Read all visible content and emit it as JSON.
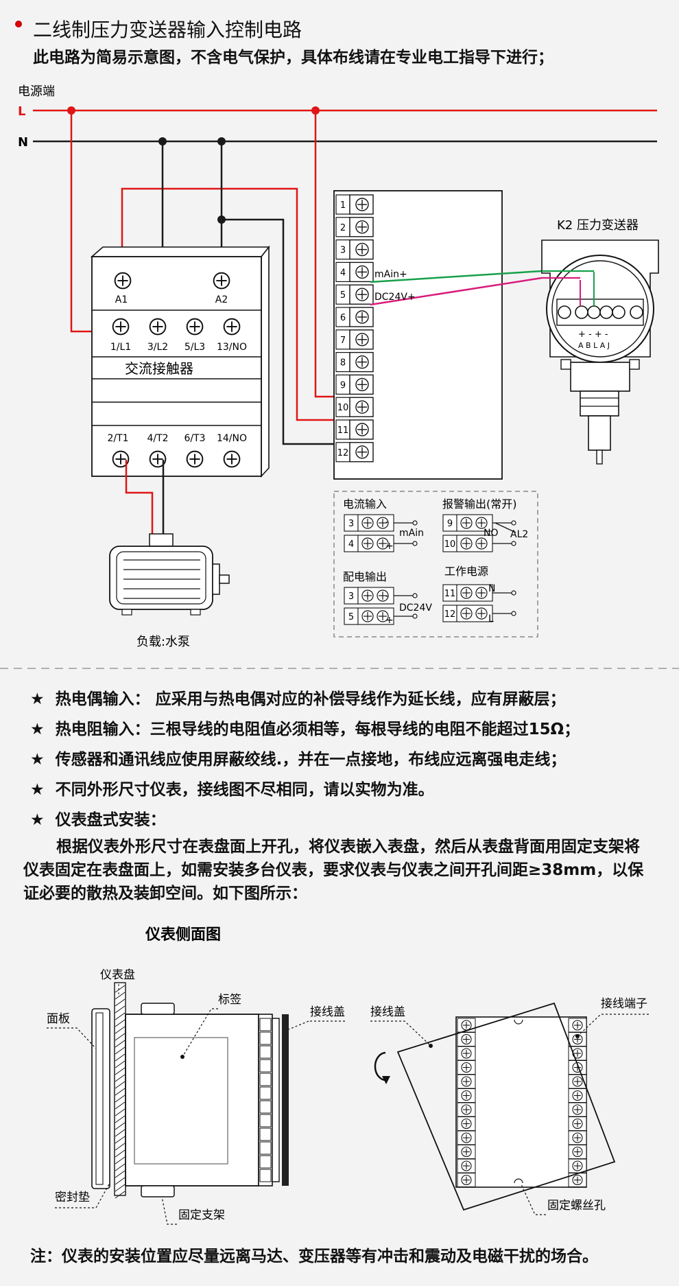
{
  "header": {
    "title": "二线制压力变送器输入控制电路",
    "subtitle": "此电路为简易示意图，不含电气保护，具体布线请在专业电工指导下进行；"
  },
  "circuit": {
    "power_label": "电源端",
    "line_L": "L",
    "line_N": "N",
    "contactor_name": "交流接触器",
    "coil_terms": [
      "A1",
      "A2"
    ],
    "top_terms": [
      "1/L1",
      "3/L2",
      "5/L3",
      "13/NO"
    ],
    "bottom_terms": [
      "2/T1",
      "4/T2",
      "6/T3",
      "14/NO"
    ],
    "terminal_numbers": [
      "1",
      "2",
      "3",
      "4",
      "5",
      "6",
      "7",
      "8",
      "9",
      "10",
      "11",
      "12"
    ],
    "label_mAin_plus": "mAin+",
    "label_dc24v_plus": "DC24V+",
    "transmitter_title": "K2 压力变送器",
    "transmitter_marks": "+ - + -",
    "transmitter_ab": "A  B  L A J",
    "load_label": "负载:水泵",
    "colors": {
      "live": "#e01515",
      "neutral": "#1a1a1a",
      "green": "#16a04a",
      "magenta": "#d81b7a",
      "accent_dot": "#d40000"
    }
  },
  "legend": {
    "current_input": {
      "title": "电流输入",
      "terms": [
        "3",
        "4"
      ],
      "signs": [
        "-",
        "+"
      ],
      "label": "mAin"
    },
    "alarm_output": {
      "title": "报警输出(常开)",
      "terms": [
        "9",
        "10"
      ],
      "no": "NO",
      "label": "AL2"
    },
    "power_dist": {
      "title": "配电输出",
      "terms": [
        "3",
        "5"
      ],
      "signs": [
        "-",
        "+"
      ],
      "label": "DC24V"
    },
    "work_power": {
      "title": "工作电源",
      "terms": [
        "11",
        "12"
      ],
      "labels": [
        "N",
        "L"
      ]
    }
  },
  "notes": [
    "热电偶输入： 应采用与热电偶对应的补偿导线作为延长线，应有屏蔽层；",
    "热电阻输入：三根导线的电阻值必须相等，每根导线的电阻不能超过15Ω；",
    "传感器和通讯线应使用屏蔽绞线.，并在一点接地，布线应远离强电走线；",
    "不同外形尺寸仪表，接线图不尽相同，请以实物为准。",
    "仪表盘式安装："
  ],
  "star": "★",
  "mounting_paragraph": "根据仪表外形尺寸在表盘面上开孔，将仪表嵌入表盘，然后从表盘背面用固定支架将仪表固定在表盘面上，如需安装多台仪表，要求仪表与仪表之间开孔间距≥38mm，以保证必要的散热及装卸空间。如下图所示：",
  "side_view": {
    "title": "仪表侧面图",
    "labels": {
      "panel": "仪表盘",
      "face": "面板",
      "tag": "标签",
      "cover_left": "接线盖",
      "seal": "密封垫",
      "bracket": "固定支架",
      "cover_right": "接线盖",
      "terminal": "接线端子",
      "screw_hole": "固定螺丝孔"
    }
  },
  "final_note": "注：仪表的安装位置应尽量远离马达、变压器等有冲击和震动及电磁干扰的场合。"
}
